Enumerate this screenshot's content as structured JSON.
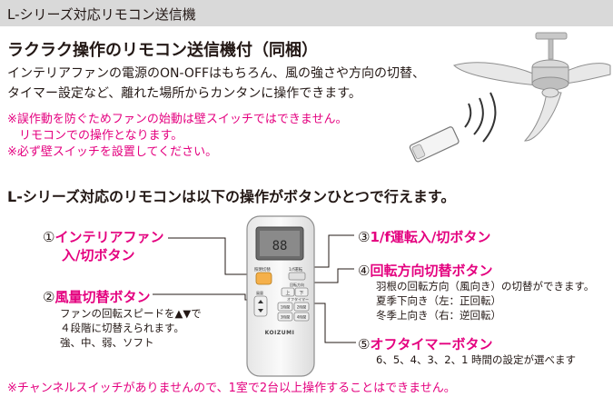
{
  "header": {
    "title": "L-シリーズ対応リモコン送信機"
  },
  "section1": {
    "heading": "ラクラク操作のリモコン送信機付（同梱）",
    "body_lines": [
      "インテリアファンの電源のON-OFFはもちろん、風の強さや方向の切替、",
      "タイマー設定など、離れた場所からカンタンに操作できます。"
    ],
    "notes": [
      "※誤作動を防ぐためファンの始動は壁スイッチではできません。",
      "　リモコンでの操作となります。",
      "※必ず壁スイッチを設置してください。"
    ]
  },
  "section2": {
    "heading": "L-シリーズ対応のリモコンは以下の操作がボタンひとつで行えます。"
  },
  "callouts": {
    "c1": {
      "num": "①",
      "title_line1": "インテリアファン",
      "title_line2": "入/切ボタン"
    },
    "c2": {
      "num": "②",
      "title": "風量切替ボタン",
      "desc": [
        "ファンの回転スピードを▲▼で",
        "４段階に切替えられます。",
        "強、中、弱、ソフト"
      ]
    },
    "c3": {
      "num": "③",
      "title": "1/f運転入/切ボタン"
    },
    "c4": {
      "num": "④",
      "title": "回転方向切替ボタン",
      "desc": [
        "羽根の回転方向（風向き）の切替ができます。",
        "夏季下向き（左：正回転）",
        "冬季上向き（右：逆回転）"
      ]
    },
    "c5": {
      "num": "⑤",
      "title": "オフタイマーボタン",
      "desc": [
        "6、5、4、3、2、1 時間の設定が選べます"
      ]
    }
  },
  "remote": {
    "brand": "KOIZUMI",
    "labels": {
      "power": "照明切替",
      "fan": "1/f運転",
      "direction": "回転方向",
      "up": "上",
      "down": "下",
      "wind": "風量",
      "timer": "オフタイマー",
      "t1": "1時間",
      "t2": "2時間",
      "t3": "3時間",
      "t4": "4時間"
    }
  },
  "bottom_note": "※チャンネルスイッチがありませんので、1室で2台以上操作することはできません。",
  "colors": {
    "accent": "#e4007f",
    "header_bg": "#d9d9d9",
    "button_orange": "#f5b04a"
  }
}
